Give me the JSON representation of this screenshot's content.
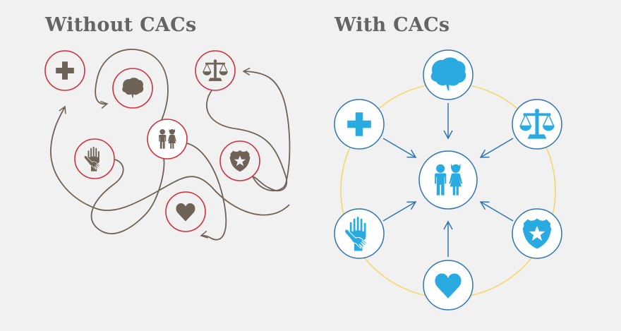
{
  "titles": {
    "left": "Without CACs",
    "right": "With CACs"
  },
  "colors": {
    "background": "#f1f1f1",
    "title": "#646464",
    "left_icon": "#6f6256",
    "left_ring": "#d0303f",
    "left_path": "#6f6256",
    "right_icon": "#29abe2",
    "right_ring": "#2e74b5",
    "right_arrow": "#2e74b5",
    "right_orbit": "#f7d76a"
  },
  "left_diagram": {
    "label": "Without CACs",
    "nodes": [
      {
        "id": "medical",
        "icon": "medical-cross-icon"
      },
      {
        "id": "mental-health",
        "icon": "brain-icon"
      },
      {
        "id": "legal",
        "icon": "scales-of-justice-icon"
      },
      {
        "id": "children",
        "icon": "children-icon"
      },
      {
        "id": "advocacy",
        "icon": "helping-hand-icon"
      },
      {
        "id": "law-enforcement",
        "icon": "police-badge-icon"
      },
      {
        "id": "victim-support",
        "icon": "heart-icon"
      }
    ]
  },
  "right_diagram": {
    "label": "With CACs",
    "center": {
      "id": "children",
      "icon": "children-icon"
    },
    "nodes": [
      {
        "id": "mental-health",
        "icon": "brain-icon"
      },
      {
        "id": "medical",
        "icon": "medical-cross-icon"
      },
      {
        "id": "legal",
        "icon": "scales-of-justice-icon"
      },
      {
        "id": "advocacy",
        "icon": "helping-hand-icon"
      },
      {
        "id": "law-enforcement",
        "icon": "police-badge-icon"
      },
      {
        "id": "victim-support",
        "icon": "heart-icon"
      }
    ]
  }
}
